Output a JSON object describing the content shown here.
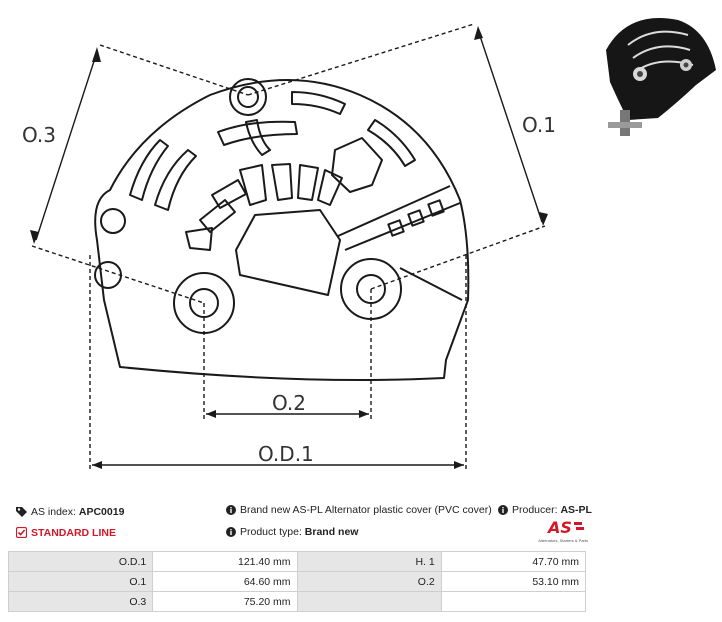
{
  "dimension_labels": {
    "od1": "O.D.1",
    "o1": "O.1",
    "o2": "O.2",
    "o3": "O.3"
  },
  "info": {
    "as_index_label": "AS index:",
    "as_index_value": "APC0019",
    "line_label": "STANDARD LINE",
    "description": "Brand new AS-PL Alternator plastic cover (PVC cover)",
    "product_type_label": "Product type:",
    "product_type_value": "Brand new",
    "producer_label": "Producer:",
    "producer_value": "AS-PL",
    "logo_text": "AS",
    "logo_subtext": "Alternators, Starters & Parts"
  },
  "specs": [
    {
      "k1": "O.D.1",
      "v1": "121.40 mm",
      "k2": "H. 1",
      "v2": "47.70 mm"
    },
    {
      "k1": "O.1",
      "v1": "64.60 mm",
      "k2": "O.2",
      "v2": "53.10 mm"
    },
    {
      "k1": "O.3",
      "v1": "75.20 mm",
      "k2": "",
      "v2": ""
    }
  ],
  "colors": {
    "accent_red": "#d3182a",
    "line": "#1a1a1a",
    "table_key_bg": "#e6e6e6"
  }
}
